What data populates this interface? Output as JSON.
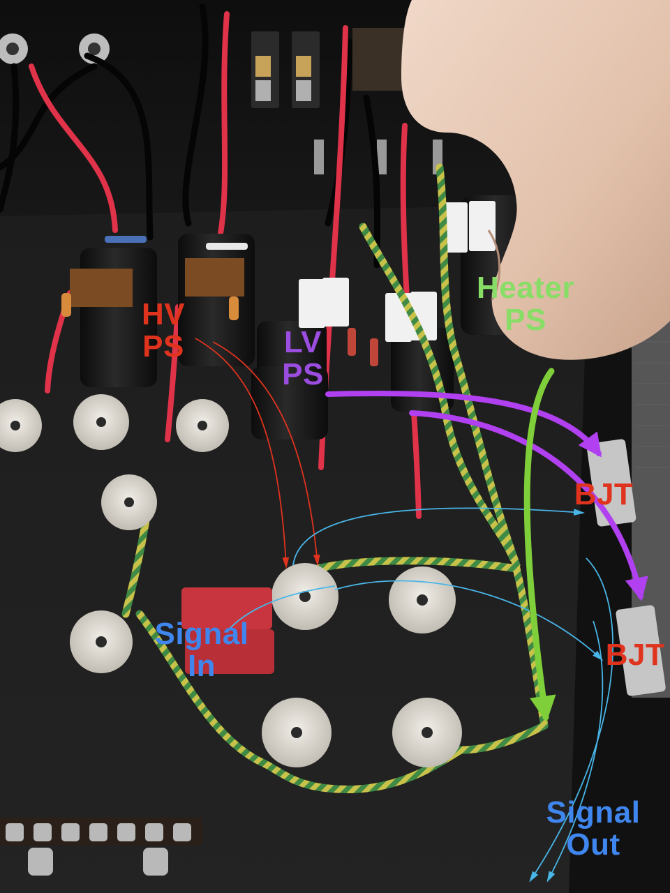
{
  "labels": {
    "hv_ps": {
      "line1": "HV",
      "line2": "PS",
      "color": "#e0331e"
    },
    "lv_ps": {
      "line1": "LV",
      "line2": "PS",
      "color": "#9b4de0"
    },
    "heater_ps": {
      "line1": "Heater",
      "line2": "PS",
      "color": "#88dd66"
    },
    "bjt_upper": {
      "text": "BJT",
      "color": "#e0331e"
    },
    "bjt_lower": {
      "text": "BJT",
      "color": "#e0331e"
    },
    "signal_in": {
      "line1": "Signal",
      "line2": "In",
      "color": "#3f86ee"
    },
    "signal_out": {
      "line1": "Signal",
      "line2": "Out",
      "color": "#3f86ee"
    }
  },
  "colors": {
    "chassis": "#1b1b1b",
    "red_wire": "#e0334a",
    "twisted_wire_yellow": "#c8c24a",
    "twisted_wire_green": "#3f8a45",
    "socket_ceramic": "#d8d4cc",
    "red_capacitor": "#c8353e",
    "hand": "#e6c9b6",
    "arrow_purple": "#b040f0",
    "arrow_green": "#7fcf3a",
    "line_blue": "#49b6e8",
    "line_red": "#e0331e"
  }
}
